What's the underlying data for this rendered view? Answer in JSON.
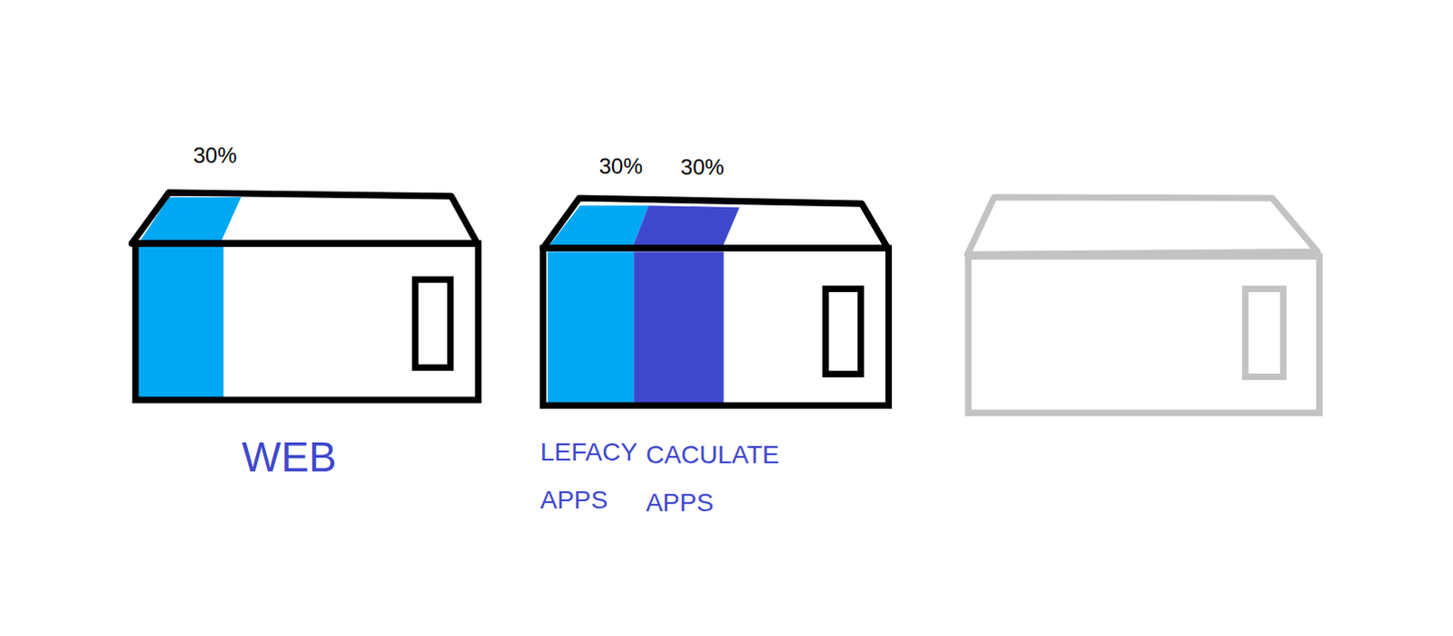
{
  "diagram": {
    "labels": [
      "30%",
      "WEB",
      "30%",
      "30%",
      "LEFACY APPS",
      "CACULATE APPS"
    ]
  }
}
